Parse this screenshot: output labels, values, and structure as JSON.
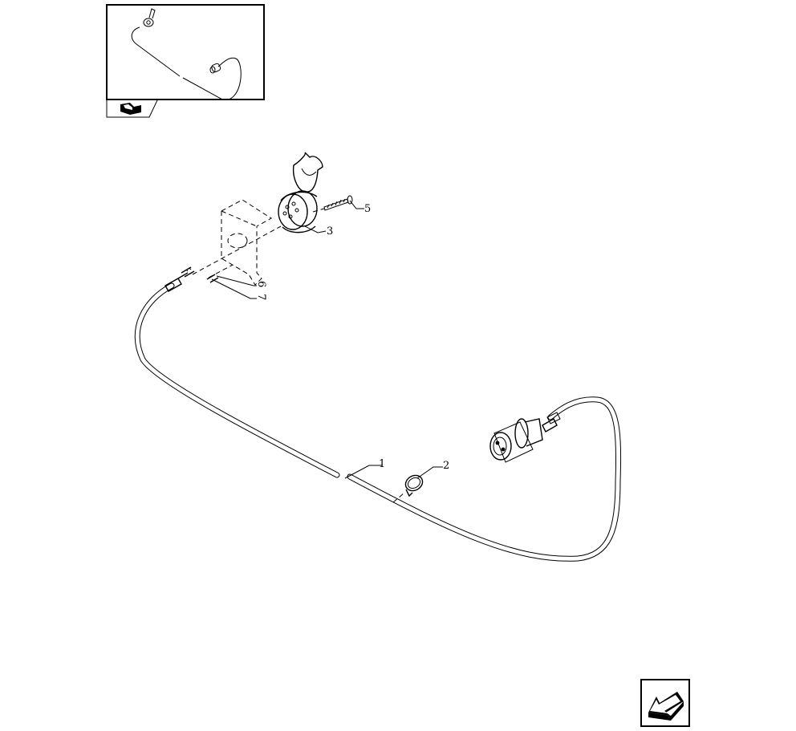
{
  "thumbnail": {
    "icon": "overview-thumbnail-icon"
  },
  "callouts": [
    {
      "id": "callout-1",
      "text": "1"
    },
    {
      "id": "callout-2",
      "text": "2"
    },
    {
      "id": "callout-3",
      "text": "3"
    },
    {
      "id": "callout-5",
      "text": "5"
    },
    {
      "id": "callout-6",
      "text": "6"
    },
    {
      "id": "callout-7",
      "text": "7"
    }
  ],
  "navigation": {
    "back_icon": "back-arrow-icon"
  }
}
